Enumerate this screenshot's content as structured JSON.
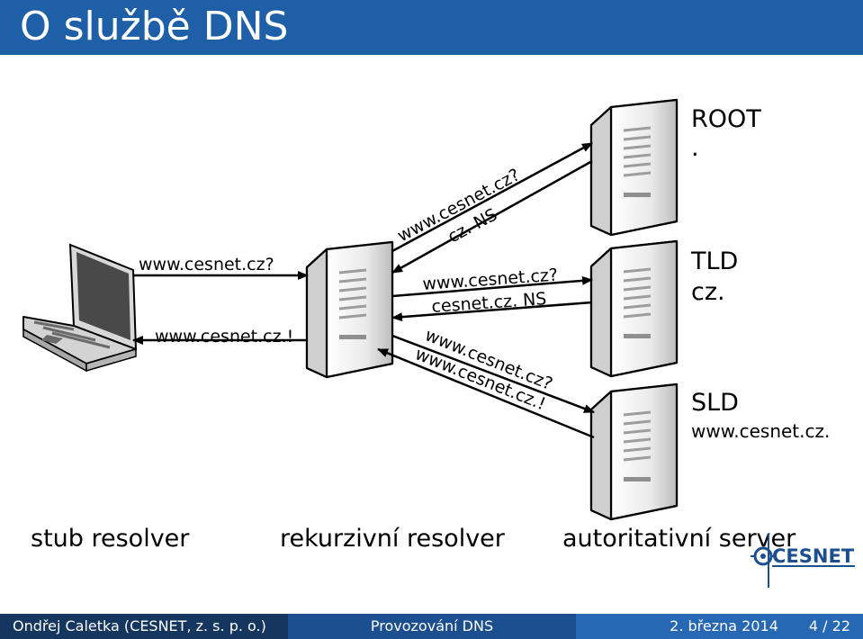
{
  "slide": {
    "title": "O službě DNS"
  },
  "servers": {
    "root": {
      "label": "ROOT",
      "sub": "."
    },
    "tld": {
      "label": "TLD",
      "sub": "cz."
    },
    "sld": {
      "label": "SLD",
      "sub": "www.cesnet.cz."
    }
  },
  "messages": {
    "stub_query": "www.cesnet.cz?",
    "stub_answer": "www.cesnet.cz.!",
    "root_query": "www.cesnet.cz?",
    "root_answer": "cz. NS",
    "tld_query": "www.cesnet.cz?",
    "tld_answer": "cesnet.cz. NS",
    "sld_query": "www.cesnet.cz?",
    "sld_answer": "www.cesnet.cz.!"
  },
  "roles": {
    "stub": "stub resolver",
    "recursive": "rekurzivní resolver",
    "authoritative": "autoritativní server"
  },
  "logo": {
    "text": "CESNET"
  },
  "footer": {
    "author": "Ondřej Caletka  (CESNET, z. s. p. o.)",
    "talk": "Provozování DNS",
    "date": "2. března 2014",
    "page": "4 / 22"
  },
  "colors": {
    "title_bar": "#1f5fa8",
    "footer_dark": "#14365f",
    "footer_mid": "#1b4f8f",
    "footer_light": "#2668b4"
  }
}
